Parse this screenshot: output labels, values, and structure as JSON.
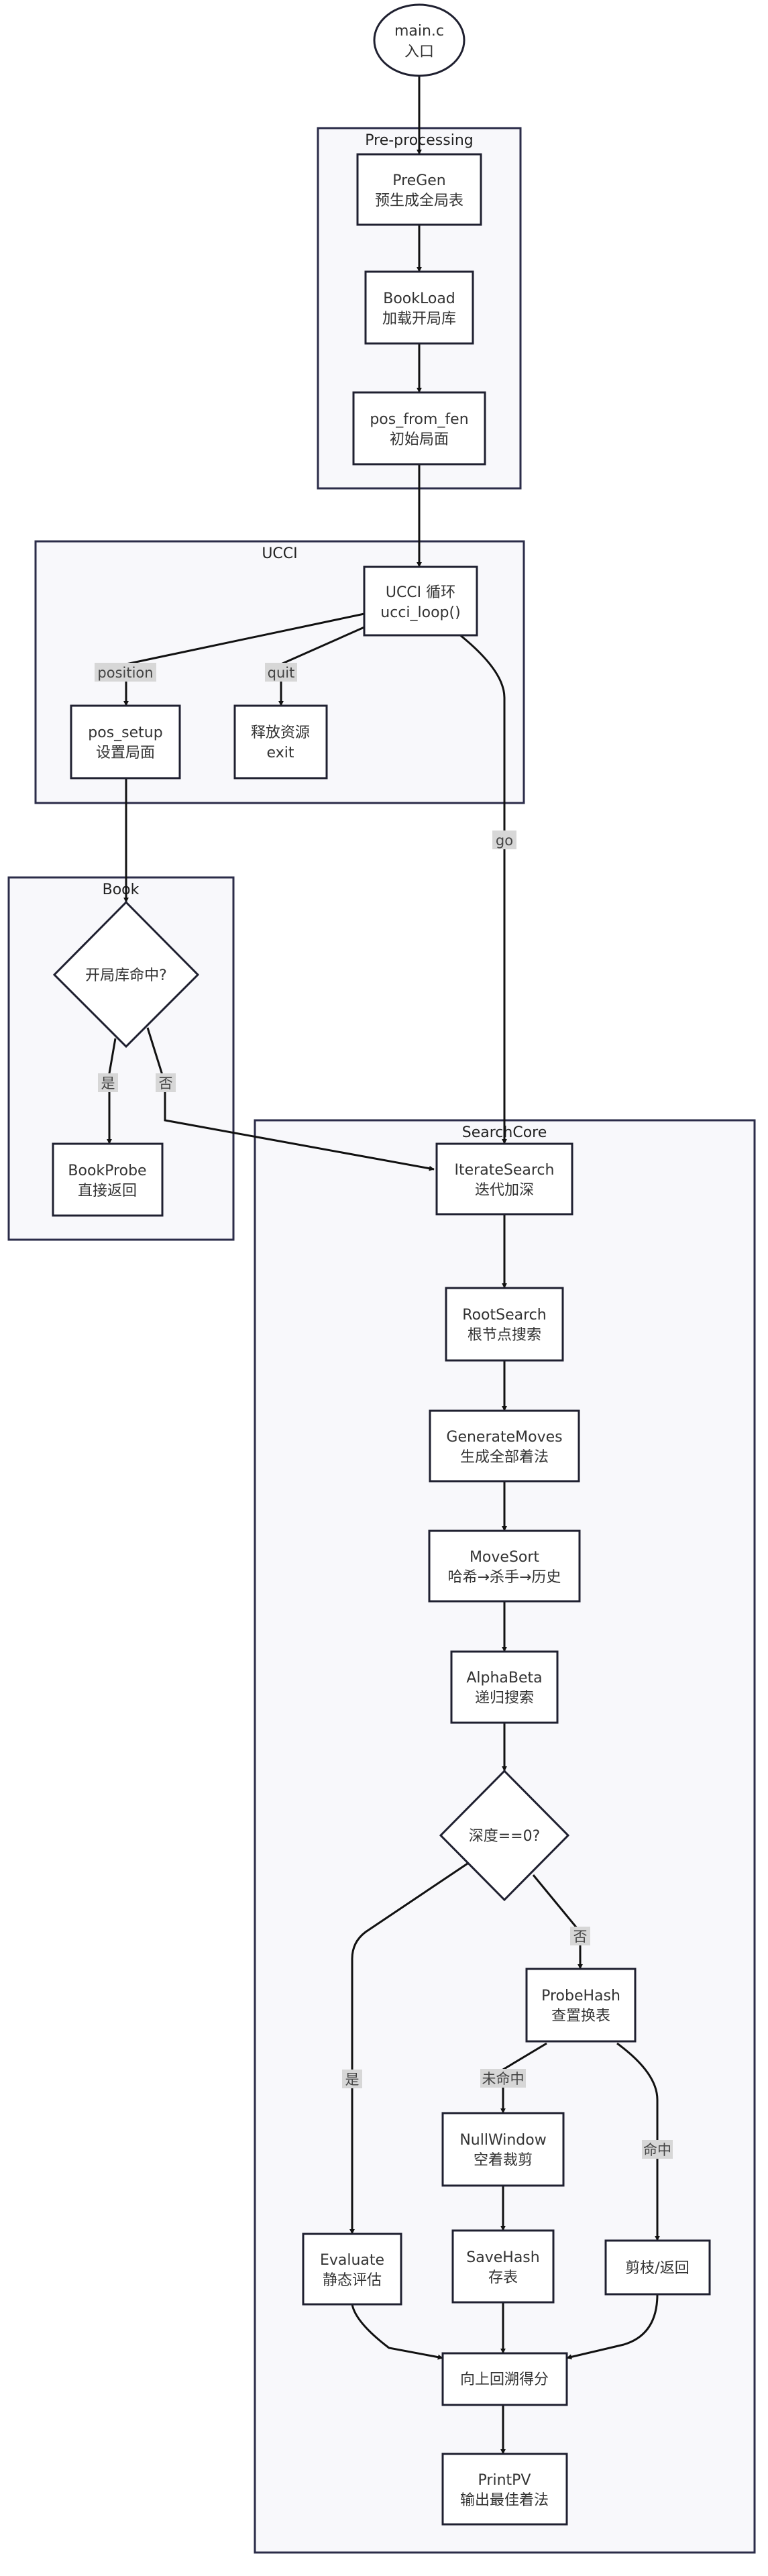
{
  "clusters": {
    "pre": "Pre-processing",
    "ucci": "UCCI",
    "book": "Book",
    "search": "SearchCore"
  },
  "nodes": {
    "main": [
      "main.c",
      "入口"
    ],
    "pregen": [
      "PreGen",
      "预生成全局表"
    ],
    "bookload": [
      "BookLoad",
      "加载开局库"
    ],
    "posfen": [
      "pos_from_fen",
      "初始局面"
    ],
    "uccilo": [
      "UCCI 循环",
      "ucci_loop()"
    ],
    "possetup": [
      "pos_setup",
      "设置局面"
    ],
    "release": [
      "释放资源",
      "exit"
    ],
    "bookhit": [
      "开局库命中?"
    ],
    "bookprobe": [
      "BookProbe",
      "直接返回"
    ],
    "iterate": [
      "IterateSearch",
      "迭代加深"
    ],
    "root": [
      "RootSearch",
      "根节点搜索"
    ],
    "genmoves": [
      "GenerateMoves",
      "生成全部着法"
    ],
    "movesort": [
      "MoveSort",
      "哈希→杀手→历史"
    ],
    "alphabeta": [
      "AlphaBeta",
      "递归搜索"
    ],
    "depth": [
      "深度==0?"
    ],
    "probehash": [
      "ProbeHash",
      "查置换表"
    ],
    "nullwin": [
      "NullWindow",
      "空着裁剪"
    ],
    "evaluate": [
      "Evaluate",
      "静态评估"
    ],
    "savehash": [
      "SaveHash",
      "存表"
    ],
    "prune": [
      "剪枝/返回"
    ],
    "backtrack": [
      "向上回溯得分"
    ],
    "printpv": [
      "PrintPV",
      "输出最佳着法"
    ]
  },
  "edge_labels": {
    "position": "position",
    "quit": "quit",
    "go": "go",
    "book_yes": "是",
    "book_no": "否",
    "depth_yes": "是",
    "depth_no": "否",
    "miss": "未命中",
    "hit": "命中"
  }
}
